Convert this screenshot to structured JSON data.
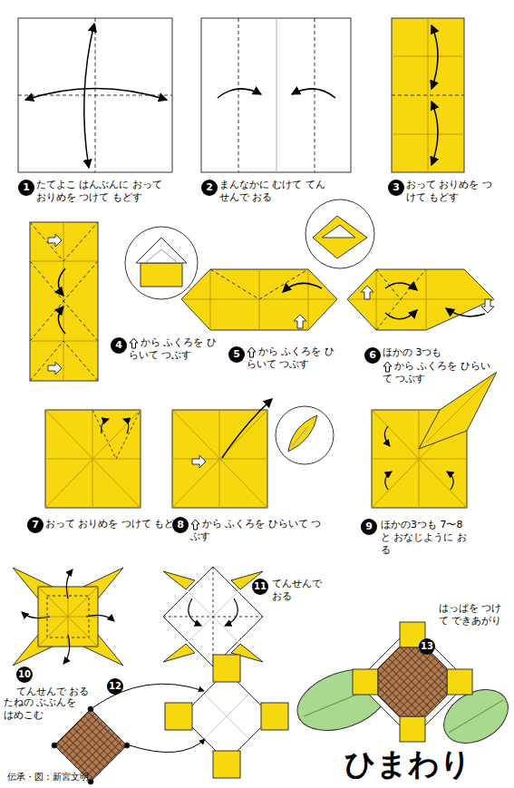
{
  "diagram": {
    "title": "ひまわり",
    "labels": [
      "1",
      "たてよこ はんぶんに おって おりめを つけて もどす",
      "2",
      "まんなかに むけて てんせんで おる",
      "3",
      "おって おりめを つけて もどす",
      "4",
      "から ふくろを ひらいて つぶす",
      "5",
      "から ふくろを ひらいて つぶす",
      "6",
      "ほかの 3つも",
      "から ふくろを ひらいて つぶす",
      "7",
      "おって おりめを つけて もどす",
      "8",
      "から ふくろを ひらいて つぶす",
      "9",
      "ほかの3つも 7〜8と おなじように おる",
      "10",
      "てんせんで おる",
      "11",
      "てんせんで おる",
      "12",
      "たねの ぶぶんを はめこむ",
      "13",
      "はっぱを つけて できあがり",
      "伝承・図：新宮文明"
    ]
  }
}
